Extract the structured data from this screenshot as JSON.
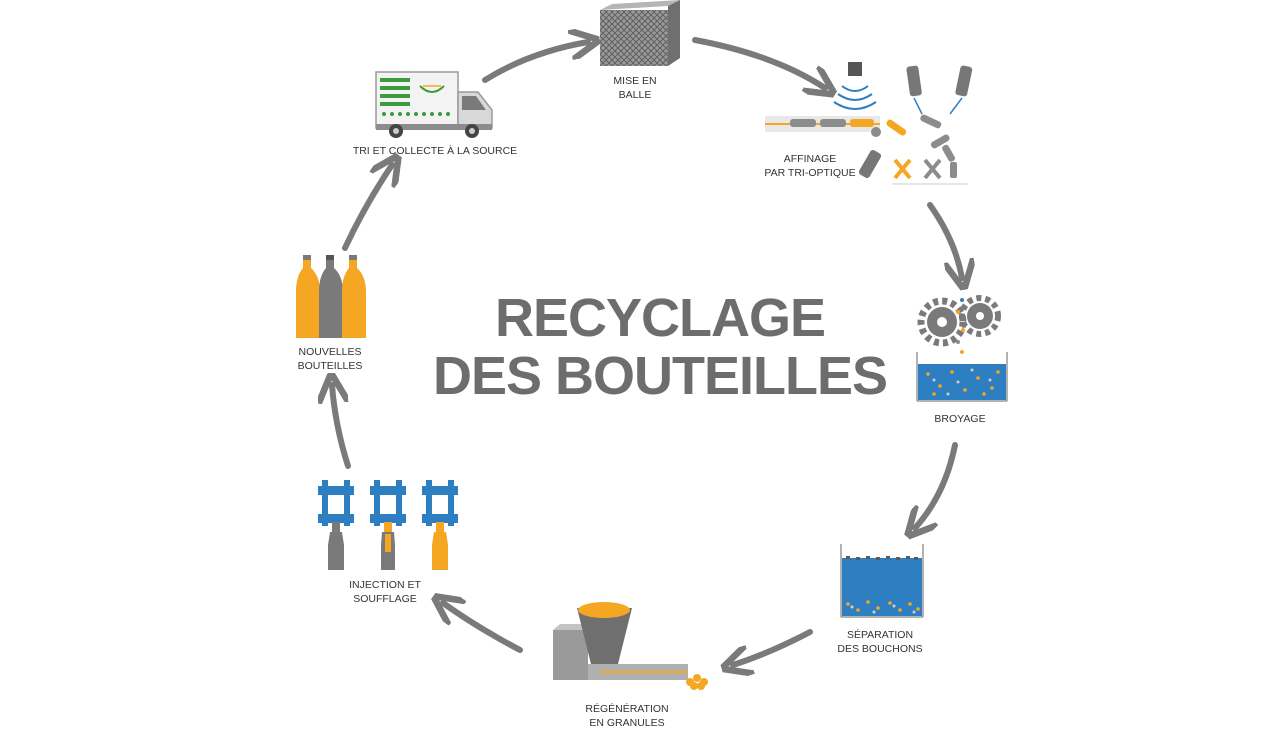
{
  "title": {
    "line1": "RECYCLAGE",
    "line2": "DES BOUTEILLES"
  },
  "steps": [
    {
      "id": "mise-en-balle",
      "line1": "MISE EN",
      "line2": "BALLE",
      "icon": "bale-icon"
    },
    {
      "id": "affinage",
      "line1": "AFFINAGE",
      "line2": "PAR TRI-OPTIQUE",
      "icon": "optical-sorting-icon"
    },
    {
      "id": "broyage",
      "line1": "BROYAGE",
      "line2": "",
      "icon": "grinder-icon"
    },
    {
      "id": "separation",
      "line1": "SÉPARATION",
      "line2": "DES BOUCHONS",
      "icon": "water-tank-icon"
    },
    {
      "id": "regeneration",
      "line1": "RÉGÉNÉRATION",
      "line2": "EN GRANULES",
      "icon": "extruder-icon"
    },
    {
      "id": "injection",
      "line1": "INJECTION ET",
      "line2": "SOUFFLAGE",
      "icon": "blow-molding-icon"
    },
    {
      "id": "nouvelles",
      "line1": "NOUVELLES",
      "line2": "BOUTEILLES",
      "icon": "bottles-icon"
    },
    {
      "id": "tri",
      "line1": "TRI ET COLLECTE À LA SOURCE",
      "line2": "",
      "icon": "truck-icon"
    }
  ],
  "colors": {
    "arrow": "#7a7a7a",
    "orange": "#f5a623",
    "blue": "#2e7fc1",
    "gray": "#8c8c8c",
    "title": "#6d6d6d"
  }
}
